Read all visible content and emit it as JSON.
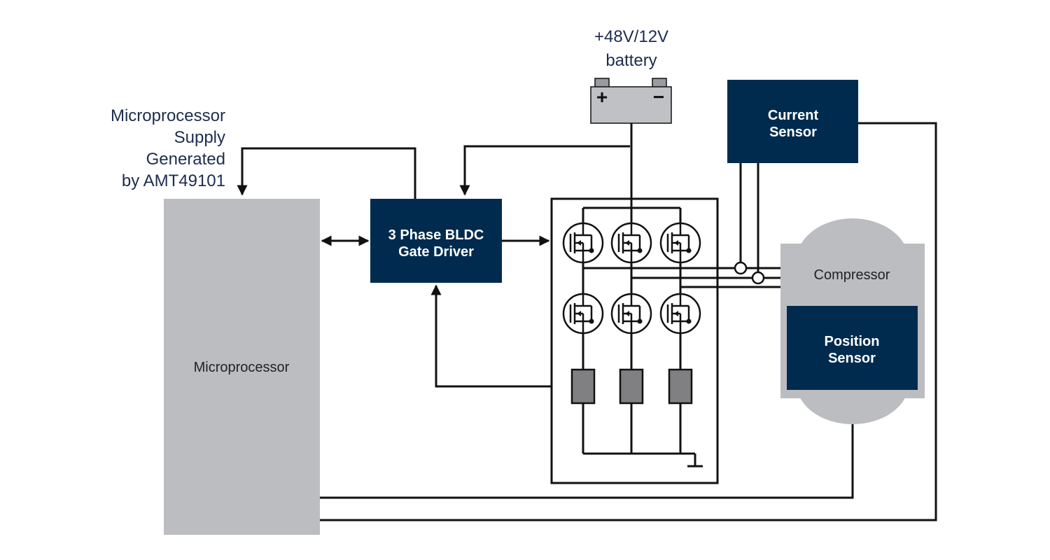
{
  "supply_note": [
    "Microprocessor",
    "Supply",
    "Generated",
    "by AMT49101"
  ],
  "battery": {
    "label_lines": [
      "+48V/12V",
      "battery"
    ],
    "plus": "+",
    "minus": "−"
  },
  "blocks": {
    "microprocessor": "Microprocessor",
    "gate_driver": [
      "3 Phase BLDC",
      "Gate Driver"
    ],
    "current_sensor": [
      "Current",
      "Sensor"
    ],
    "compressor": "Compressor",
    "position_sensor": [
      "Position",
      "Sensor"
    ]
  },
  "colors": {
    "navy": "#002b4e",
    "gray_block": "#bcbdc1",
    "resistor": "#808082",
    "line": "#111111",
    "text": "#1d2d4f"
  }
}
